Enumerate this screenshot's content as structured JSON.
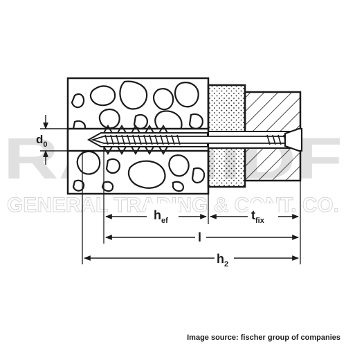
{
  "diagram": {
    "watermark_line1": "RASHIDF",
    "watermark_line2": "GENERAL TRADING & CONT. CO.",
    "labels": {
      "d0_main": "d",
      "d0_sub": "0",
      "hef_main": "h",
      "hef_sub": "ef",
      "l": "l",
      "tfix_main": "t",
      "tfix_sub": "fix",
      "h2_main": "h",
      "h2_sub": "2"
    },
    "credit": "Image source: fischer group of companies",
    "colors": {
      "ink": "#1a1a1a",
      "watermark": "#d9d9d9",
      "paper": "#ffffff"
    }
  }
}
